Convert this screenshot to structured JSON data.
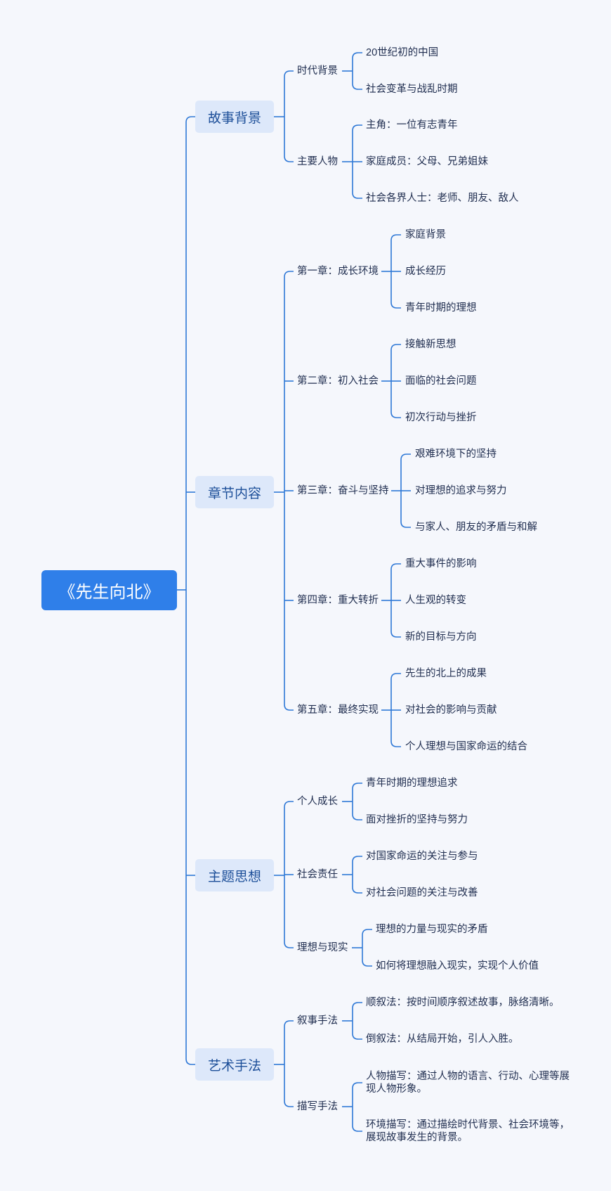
{
  "root": "《先生向北》",
  "sections": [
    {
      "label": "故事背景",
      "children": [
        {
          "label": "时代背景",
          "children": [
            "20世纪初的中国",
            "社会变革与战乱时期"
          ]
        },
        {
          "label": "主要人物",
          "children": [
            "主角：一位有志青年",
            "家庭成员：父母、兄弟姐妹",
            "社会各界人士：老师、朋友、敌人"
          ]
        }
      ]
    },
    {
      "label": "章节内容",
      "children": [
        {
          "label": "第一章：成长环境",
          "children": [
            "家庭背景",
            "成长经历",
            "青年时期的理想"
          ]
        },
        {
          "label": "第二章：初入社会",
          "children": [
            "接触新思想",
            "面临的社会问题",
            "初次行动与挫折"
          ]
        },
        {
          "label": "第三章：奋斗与坚持",
          "children": [
            "艰难环境下的坚持",
            "对理想的追求与努力",
            "与家人、朋友的矛盾与和解"
          ]
        },
        {
          "label": "第四章：重大转折",
          "children": [
            "重大事件的影响",
            "人生观的转变",
            "新的目标与方向"
          ]
        },
        {
          "label": "第五章：最终实现",
          "children": [
            "先生的北上的成果",
            "对社会的影响与贡献",
            "个人理想与国家命运的结合"
          ]
        }
      ]
    },
    {
      "label": "主题思想",
      "children": [
        {
          "label": "个人成长",
          "children": [
            "青年时期的理想追求",
            "面对挫折的坚持与努力"
          ]
        },
        {
          "label": "社会责任",
          "children": [
            "对国家命运的关注与参与",
            "对社会问题的关注与改善"
          ]
        },
        {
          "label": "理想与现实",
          "children": [
            "理想的力量与现实的矛盾",
            "如何将理想融入现实，实现个人价值"
          ]
        }
      ]
    },
    {
      "label": "艺术手法",
      "children": [
        {
          "label": "叙事手法",
          "children": [
            "顺叙法：按时间顺序叙述故事，脉络清晰。",
            "倒叙法：从结局开始，引人入胜。"
          ]
        },
        {
          "label": "描写手法",
          "children": [
            "人物描写：通过人物的语言、行动、心理等展现人物形象。",
            "环境描写：通过描绘时代背景、社会环境等，展现故事发生的背景。"
          ]
        }
      ]
    }
  ],
  "colors": {
    "line": "#2e78d6",
    "root_bg": "#2f7fe9",
    "l1_bg": "#dde8fa",
    "l1_text": "#1d4f99",
    "text": "#1f2d4f",
    "background": "#f5f7fc"
  }
}
